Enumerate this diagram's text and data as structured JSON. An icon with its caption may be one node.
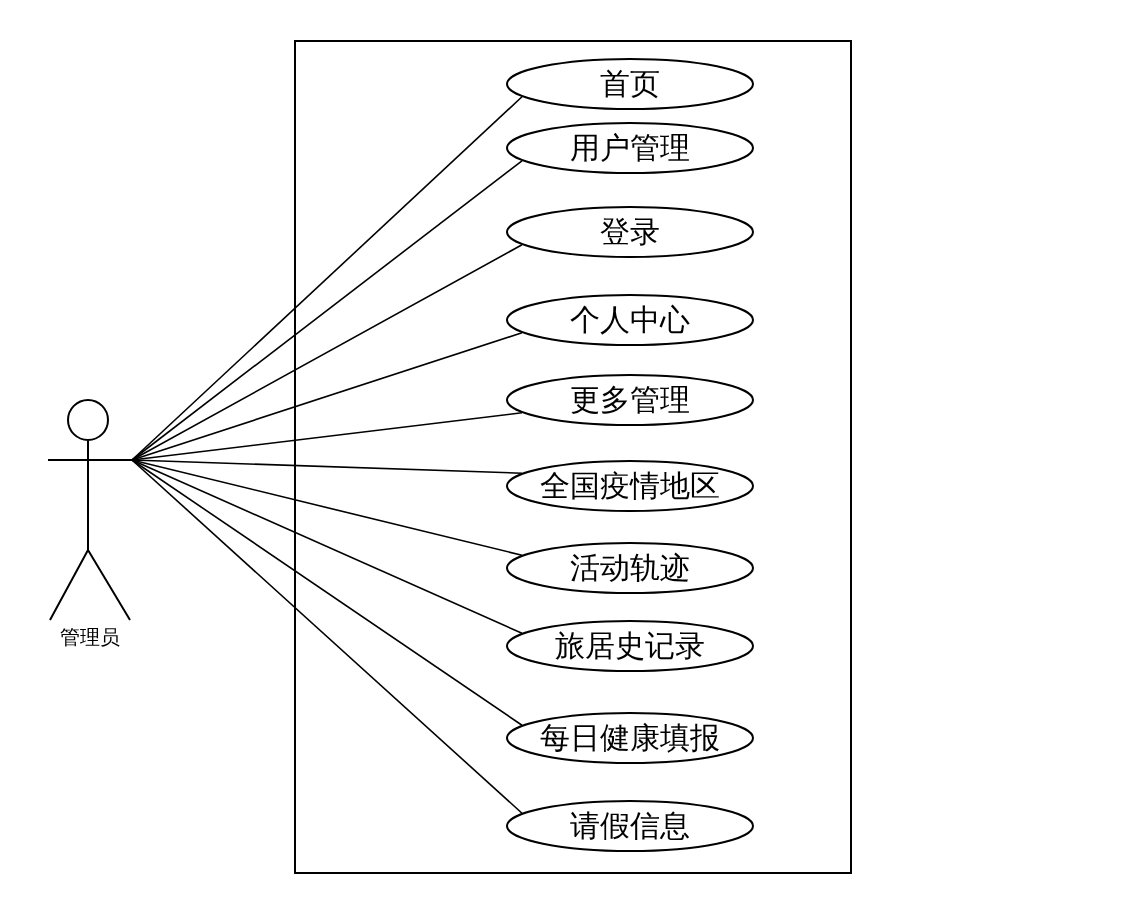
{
  "diagram": {
    "nodes": [
      {
        "text": [
          "管理员"
        ]
      },
      {
        "text": [],
        "shape": "box"
      },
      {
        "text": [
          "首页"
        ],
        "in": 1
      },
      {
        "text": [
          "用户管理"
        ],
        "in": 1
      },
      {
        "text": [
          "登录"
        ],
        "in": 1
      },
      {
        "text": [
          "个人中心"
        ],
        "in": 1
      },
      {
        "text": [
          "更多管理"
        ],
        "in": 1
      },
      {
        "text": [
          "全国疫情地区"
        ],
        "in": 1
      },
      {
        "text": [
          "活动轨迹"
        ],
        "in": 1
      },
      {
        "text": [
          "旅居史记录"
        ],
        "in": 1
      },
      {
        "text": [
          "每日健康填报"
        ],
        "in": 1
      },
      {
        "text": [
          "请假信息"
        ],
        "in": 1
      }
    ],
    "edges": [
      {
        "from": 0,
        "to": 2,
        "arrow": "none"
      },
      {
        "from": 0,
        "to": 3,
        "arrow": "none"
      },
      {
        "from": 0,
        "to": 4,
        "arrow": "none"
      },
      {
        "from": 0,
        "to": 5,
        "arrow": "none"
      },
      {
        "from": 0,
        "to": 6,
        "arrow": "none"
      },
      {
        "from": 0,
        "to": 7,
        "arrow": "none"
      },
      {
        "from": 0,
        "to": 8,
        "arrow": "none"
      },
      {
        "from": 0,
        "to": 9,
        "arrow": "none"
      },
      {
        "from": 0,
        "to": 10,
        "arrow": "none"
      },
      {
        "from": 0,
        "to": 11,
        "arrow": "none"
      }
    ]
  }
}
